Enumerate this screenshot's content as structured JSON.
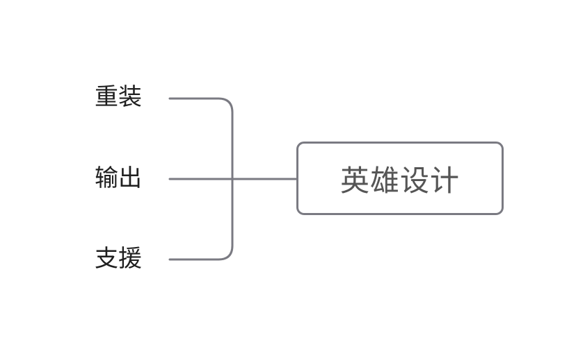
{
  "diagram": {
    "root": {
      "label": "英雄设计"
    },
    "branches": [
      {
        "label": "重装"
      },
      {
        "label": "输出"
      },
      {
        "label": "支援"
      }
    ],
    "colors": {
      "connector": "#7a7a82",
      "box_border": "#7a7a82",
      "leaf_text": "#1f1f1f",
      "root_text": "#555555",
      "background": "#ffffff"
    }
  }
}
